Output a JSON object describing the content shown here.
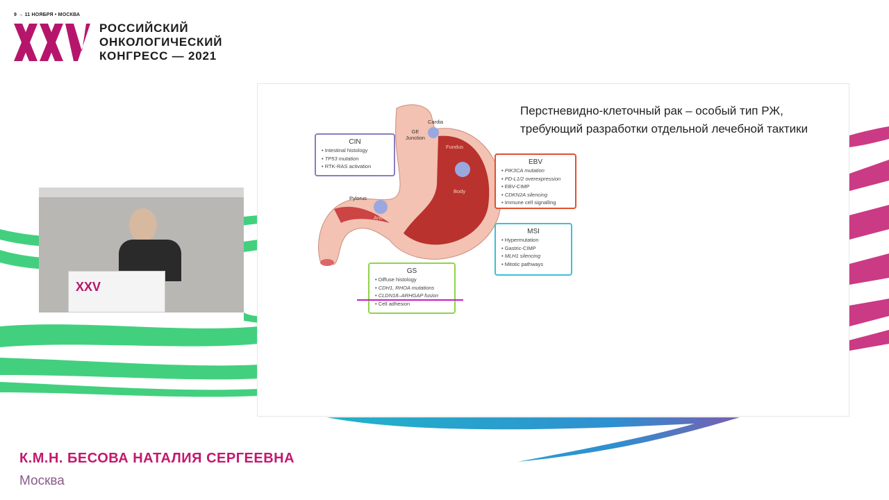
{
  "logo": {
    "date": "9 → 11 НОЯБРЯ • МОСКВА",
    "mark": "XXV",
    "lines": [
      "РОССИЙСКИЙ",
      "ОНКОЛОГИЧЕСКИЙ",
      "КОНГРЕСС — 2021"
    ]
  },
  "slide": {
    "title": "Перстневидно-клеточный рак – особый тип РЖ, требующий разработки отдельной лечебной тактики",
    "anatomy_labels": [
      "Cardia",
      "GE Junction",
      "Fundus",
      "Body",
      "Pylorus",
      "Antrum"
    ],
    "boxes": {
      "cin": {
        "title": "CIN",
        "color": "#8a7cc0",
        "items": [
          "Intestinal histology",
          "TP53 mutation",
          "RTK-RAS activation"
        ]
      },
      "ebv": {
        "title": "EBV",
        "color": "#e0502e",
        "items": [
          "PIK3CA mutation",
          "PD-L1/2 overexpression",
          "EBV-CIMP",
          "CDKN2A silencing",
          "Immune cell signalling"
        ]
      },
      "msi": {
        "title": "MSI",
        "color": "#3cc0d8",
        "items": [
          "Hypermutation",
          "Gastric-CIMP",
          "MLH1 silencing",
          "Mitotic pathways"
        ]
      },
      "gs": {
        "title": "GS",
        "color": "#8ed44a",
        "items": [
          "Diffuse histology",
          "CDH1, RHOA mutations",
          "CLDN18–ARHGAP fusion",
          "Cell adhesion"
        ]
      }
    },
    "annotation_color": "#c21ec2"
  },
  "speaker": {
    "name": "К.М.Н. БЕСОВА НАТАЛИЯ СЕРГЕЕВНА",
    "city": "Москва"
  },
  "colors": {
    "brand": "#c2186f",
    "green": "#2ecc71",
    "blue": "#29a9d6"
  }
}
